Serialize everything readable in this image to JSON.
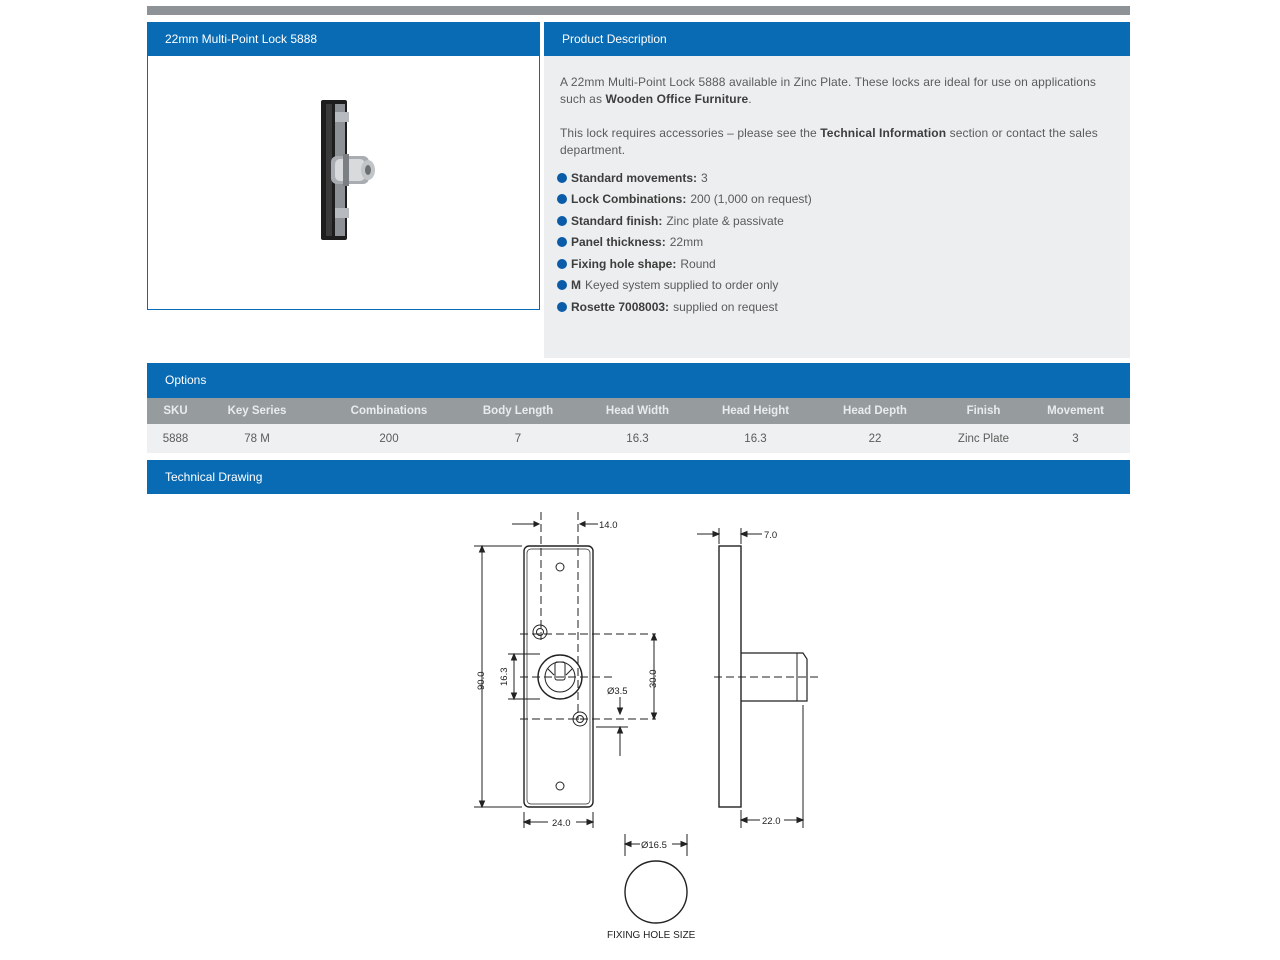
{
  "product_panel": {
    "title": "22mm Multi-Point Lock 5888"
  },
  "description": {
    "title": "Product Description",
    "para1_a": "A 22mm Multi-Point Lock 5888 available in Zinc Plate. These locks are ideal for use on applications such as ",
    "para1_bold": "Wooden Office Furniture",
    "para1_end": ".",
    "para2_a": "This lock requires accessories – please see the ",
    "para2_bold": "Technical Information",
    "para2_end": " section or contact the sales department.",
    "bullets": [
      {
        "label": "Standard movements:",
        "value": "3"
      },
      {
        "label": "Lock Combinations:",
        "value": "200 (1,000 on request)"
      },
      {
        "label": "Standard finish:",
        "value": "Zinc plate & passivate"
      },
      {
        "label": "Panel thickness:",
        "value": "22mm"
      },
      {
        "label": "Fixing hole shape:",
        "value": "Round"
      },
      {
        "label": "M",
        "value": "Keyed system supplied to order only"
      },
      {
        "label": "Rosette 7008003:",
        "value": "supplied on request"
      }
    ]
  },
  "options": {
    "title": "Options",
    "columns": [
      "SKU",
      "Key Series",
      "Combinations",
      "Body Length",
      "Head Width",
      "Head Height",
      "Head Depth",
      "Finish",
      "Movement"
    ],
    "rows": [
      [
        "5888",
        "78 M",
        "200",
        "7",
        "16.3",
        "16.3",
        "22",
        "Zinc Plate",
        "3"
      ]
    ]
  },
  "technical_drawing": {
    "title": "Technical Drawing",
    "dims": {
      "d14": "14.0",
      "d7": "7.0",
      "d90": "90.0",
      "d163": "16.3",
      "d30": "30.0",
      "d35": "Ø3.5",
      "d24": "24.0",
      "d22": "22.0",
      "d165": "Ø16.5"
    },
    "caption": "FIXING HOLE SIZE"
  },
  "colors": {
    "brand_blue": "#0a6bb5",
    "header_gray": "#969b9e",
    "panel_bg": "#eceeef",
    "bullet_blue": "#0a5ba8"
  }
}
